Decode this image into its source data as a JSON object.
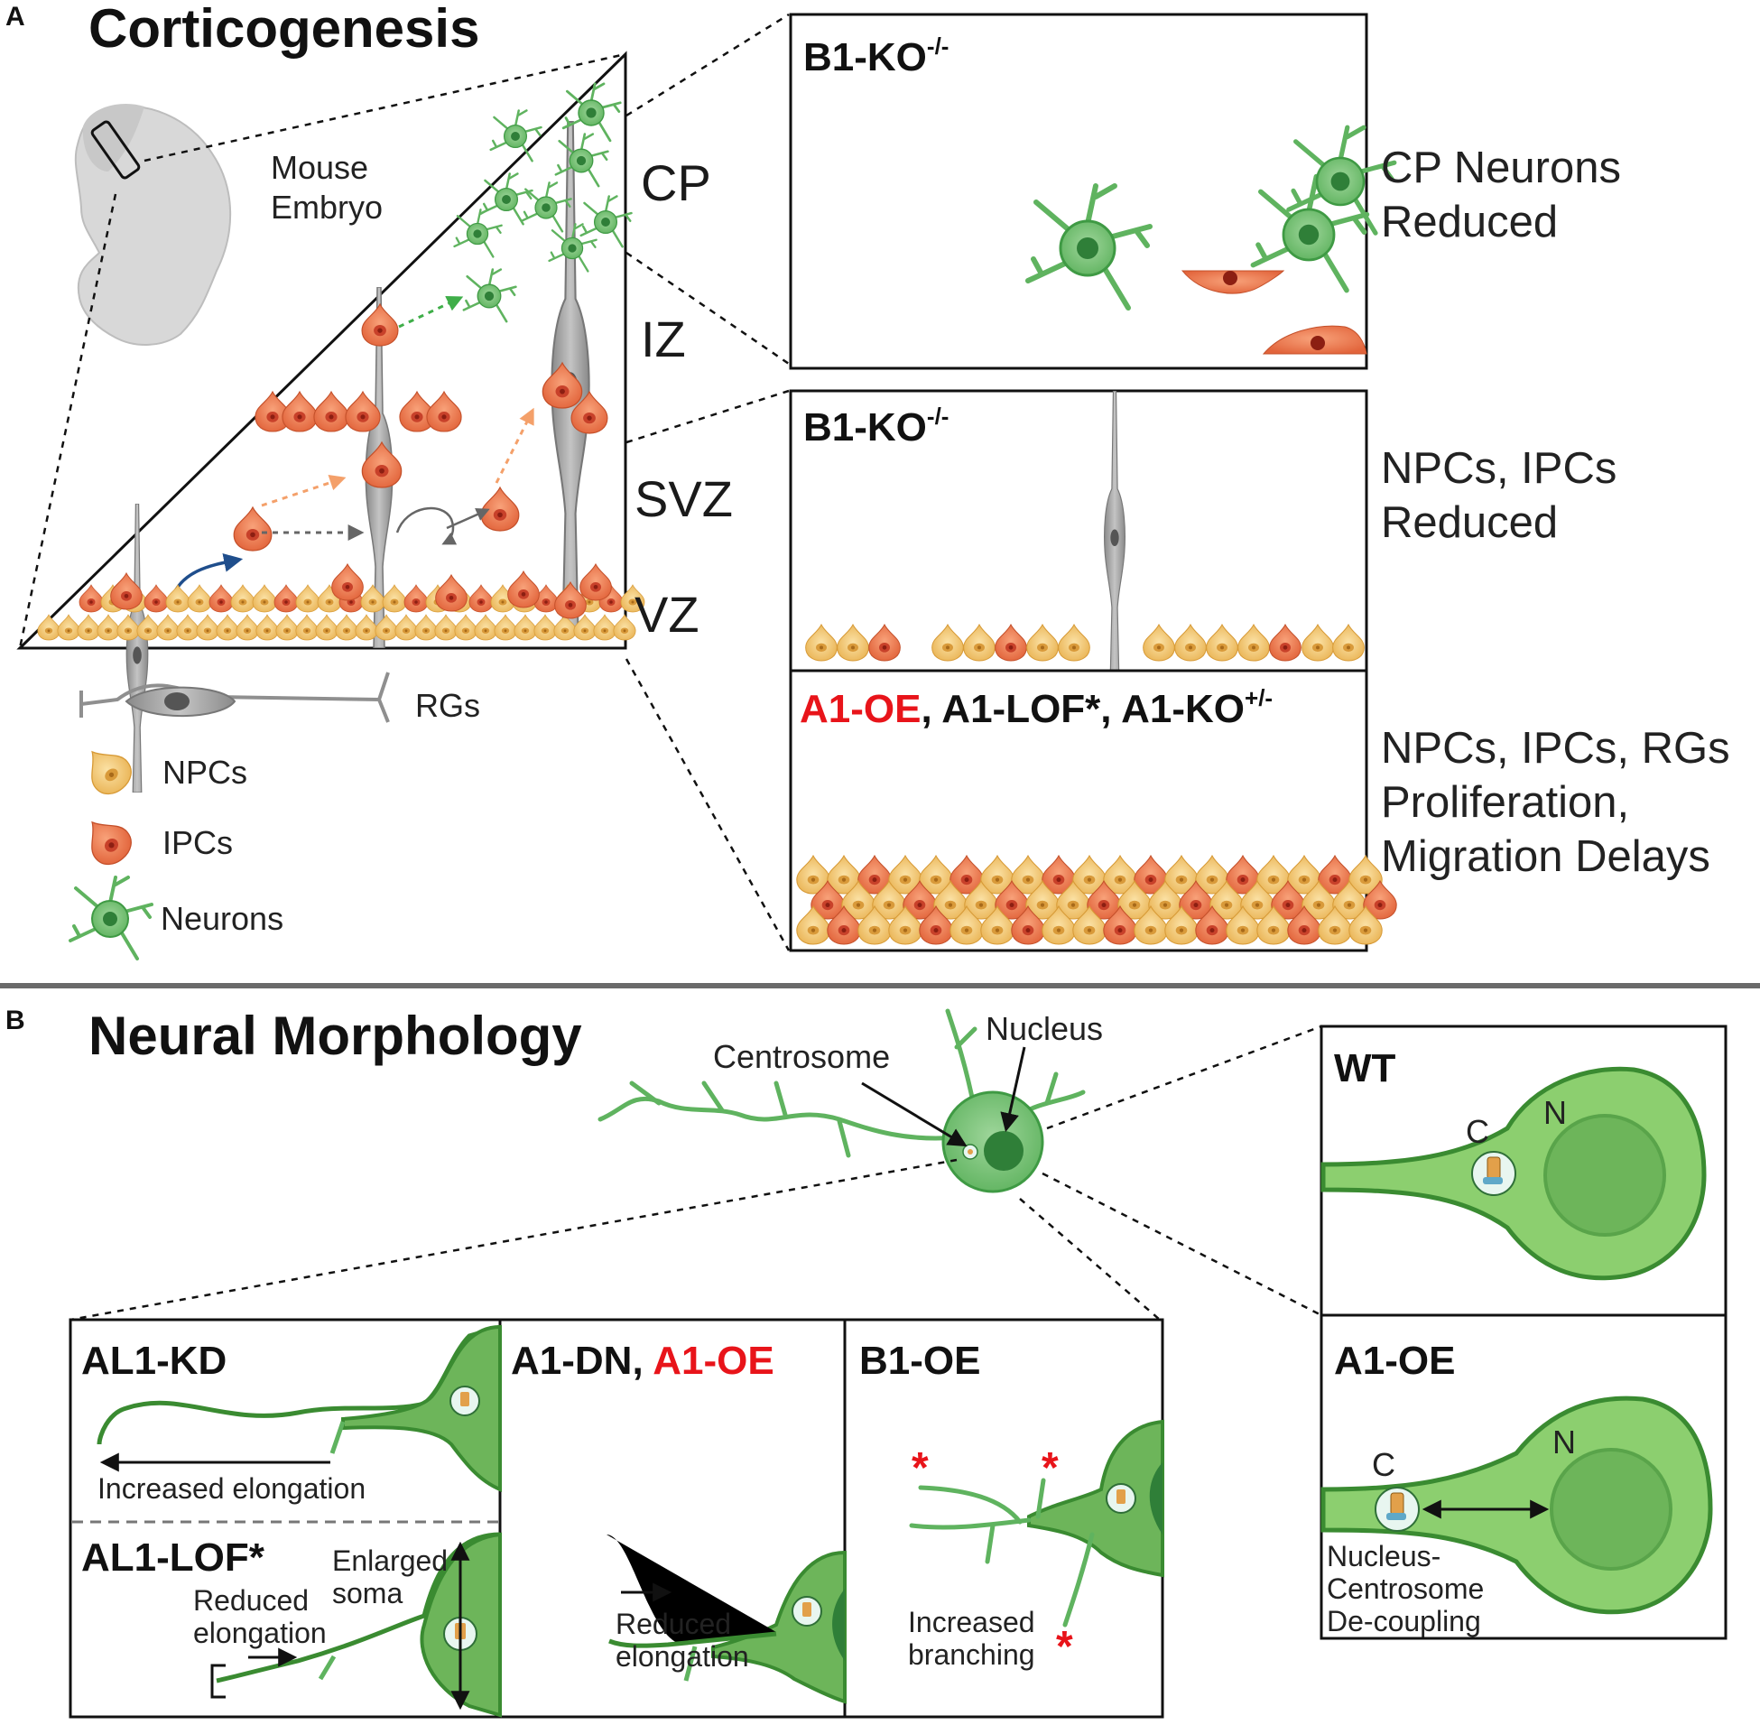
{
  "panel_a": {
    "letter": "A",
    "title": "Corticogenesis",
    "embryo_label_line1": "Mouse",
    "embryo_label_line2": "Embryo",
    "zones": {
      "cp": "CP",
      "iz": "IZ",
      "svz": "SVZ",
      "vz": "VZ"
    },
    "legend": {
      "rgs": "RGs",
      "npcs": "NPCs",
      "ipcs": "IPCs",
      "neurons": "Neurons"
    },
    "box1": {
      "title": "B1-KO",
      "sup": "-/-",
      "result_line1": "CP Neurons",
      "result_line2": "Reduced"
    },
    "box2": {
      "title": "B1-KO",
      "sup": "-/-",
      "result_line1": "NPCs, IPCs",
      "result_line2": "Reduced"
    },
    "box3": {
      "title_red": "A1-OE",
      "title_rest": ", A1-LOF*, A1-KO",
      "sup": "+/-",
      "result_line1": "NPCs, IPCs, RGs",
      "result_line2": "Proliferation,",
      "result_line3": "Migration Delays"
    }
  },
  "panel_b": {
    "letter": "B",
    "title": "Neural Morphology",
    "centrosome_label": "Centrosome",
    "nucleus_label": "Nucleus",
    "wt": {
      "title": "WT",
      "c": "C",
      "n": "N"
    },
    "a1oe_right": {
      "title": "A1-OE",
      "c": "C",
      "n": "N",
      "note_line1": "Nucleus-",
      "note_line2": "Centrosome",
      "note_line3": "De-coupling"
    },
    "al1kd": {
      "title": "AL1-KD",
      "note": "Increased elongation"
    },
    "al1lof": {
      "title": "AL1-LOF*",
      "note1_line1": "Reduced",
      "note1_line2": "elongation",
      "note2_line1": "Enlarged",
      "note2_line2": "soma"
    },
    "a1dn": {
      "title_rest": "A1-DN, ",
      "title_red": "A1-OE",
      "note_line1": "Reduced",
      "note_line2": "elongation"
    },
    "b1oe": {
      "title": "B1-OE",
      "note_line1": "Increased",
      "note_line2": "branching",
      "star": "*"
    }
  },
  "colors": {
    "npc": "#f2c46a",
    "ipc": "#ec7a4f",
    "neuron": "#7cc47a",
    "neuron_dark": "#3f9a44",
    "rg": "#9e9e9e",
    "accent_red": "#e8141a",
    "arrow_green": "#3fae49",
    "arrow_orange": "#f4a06a",
    "arrow_blue": "#1f4e8c"
  }
}
